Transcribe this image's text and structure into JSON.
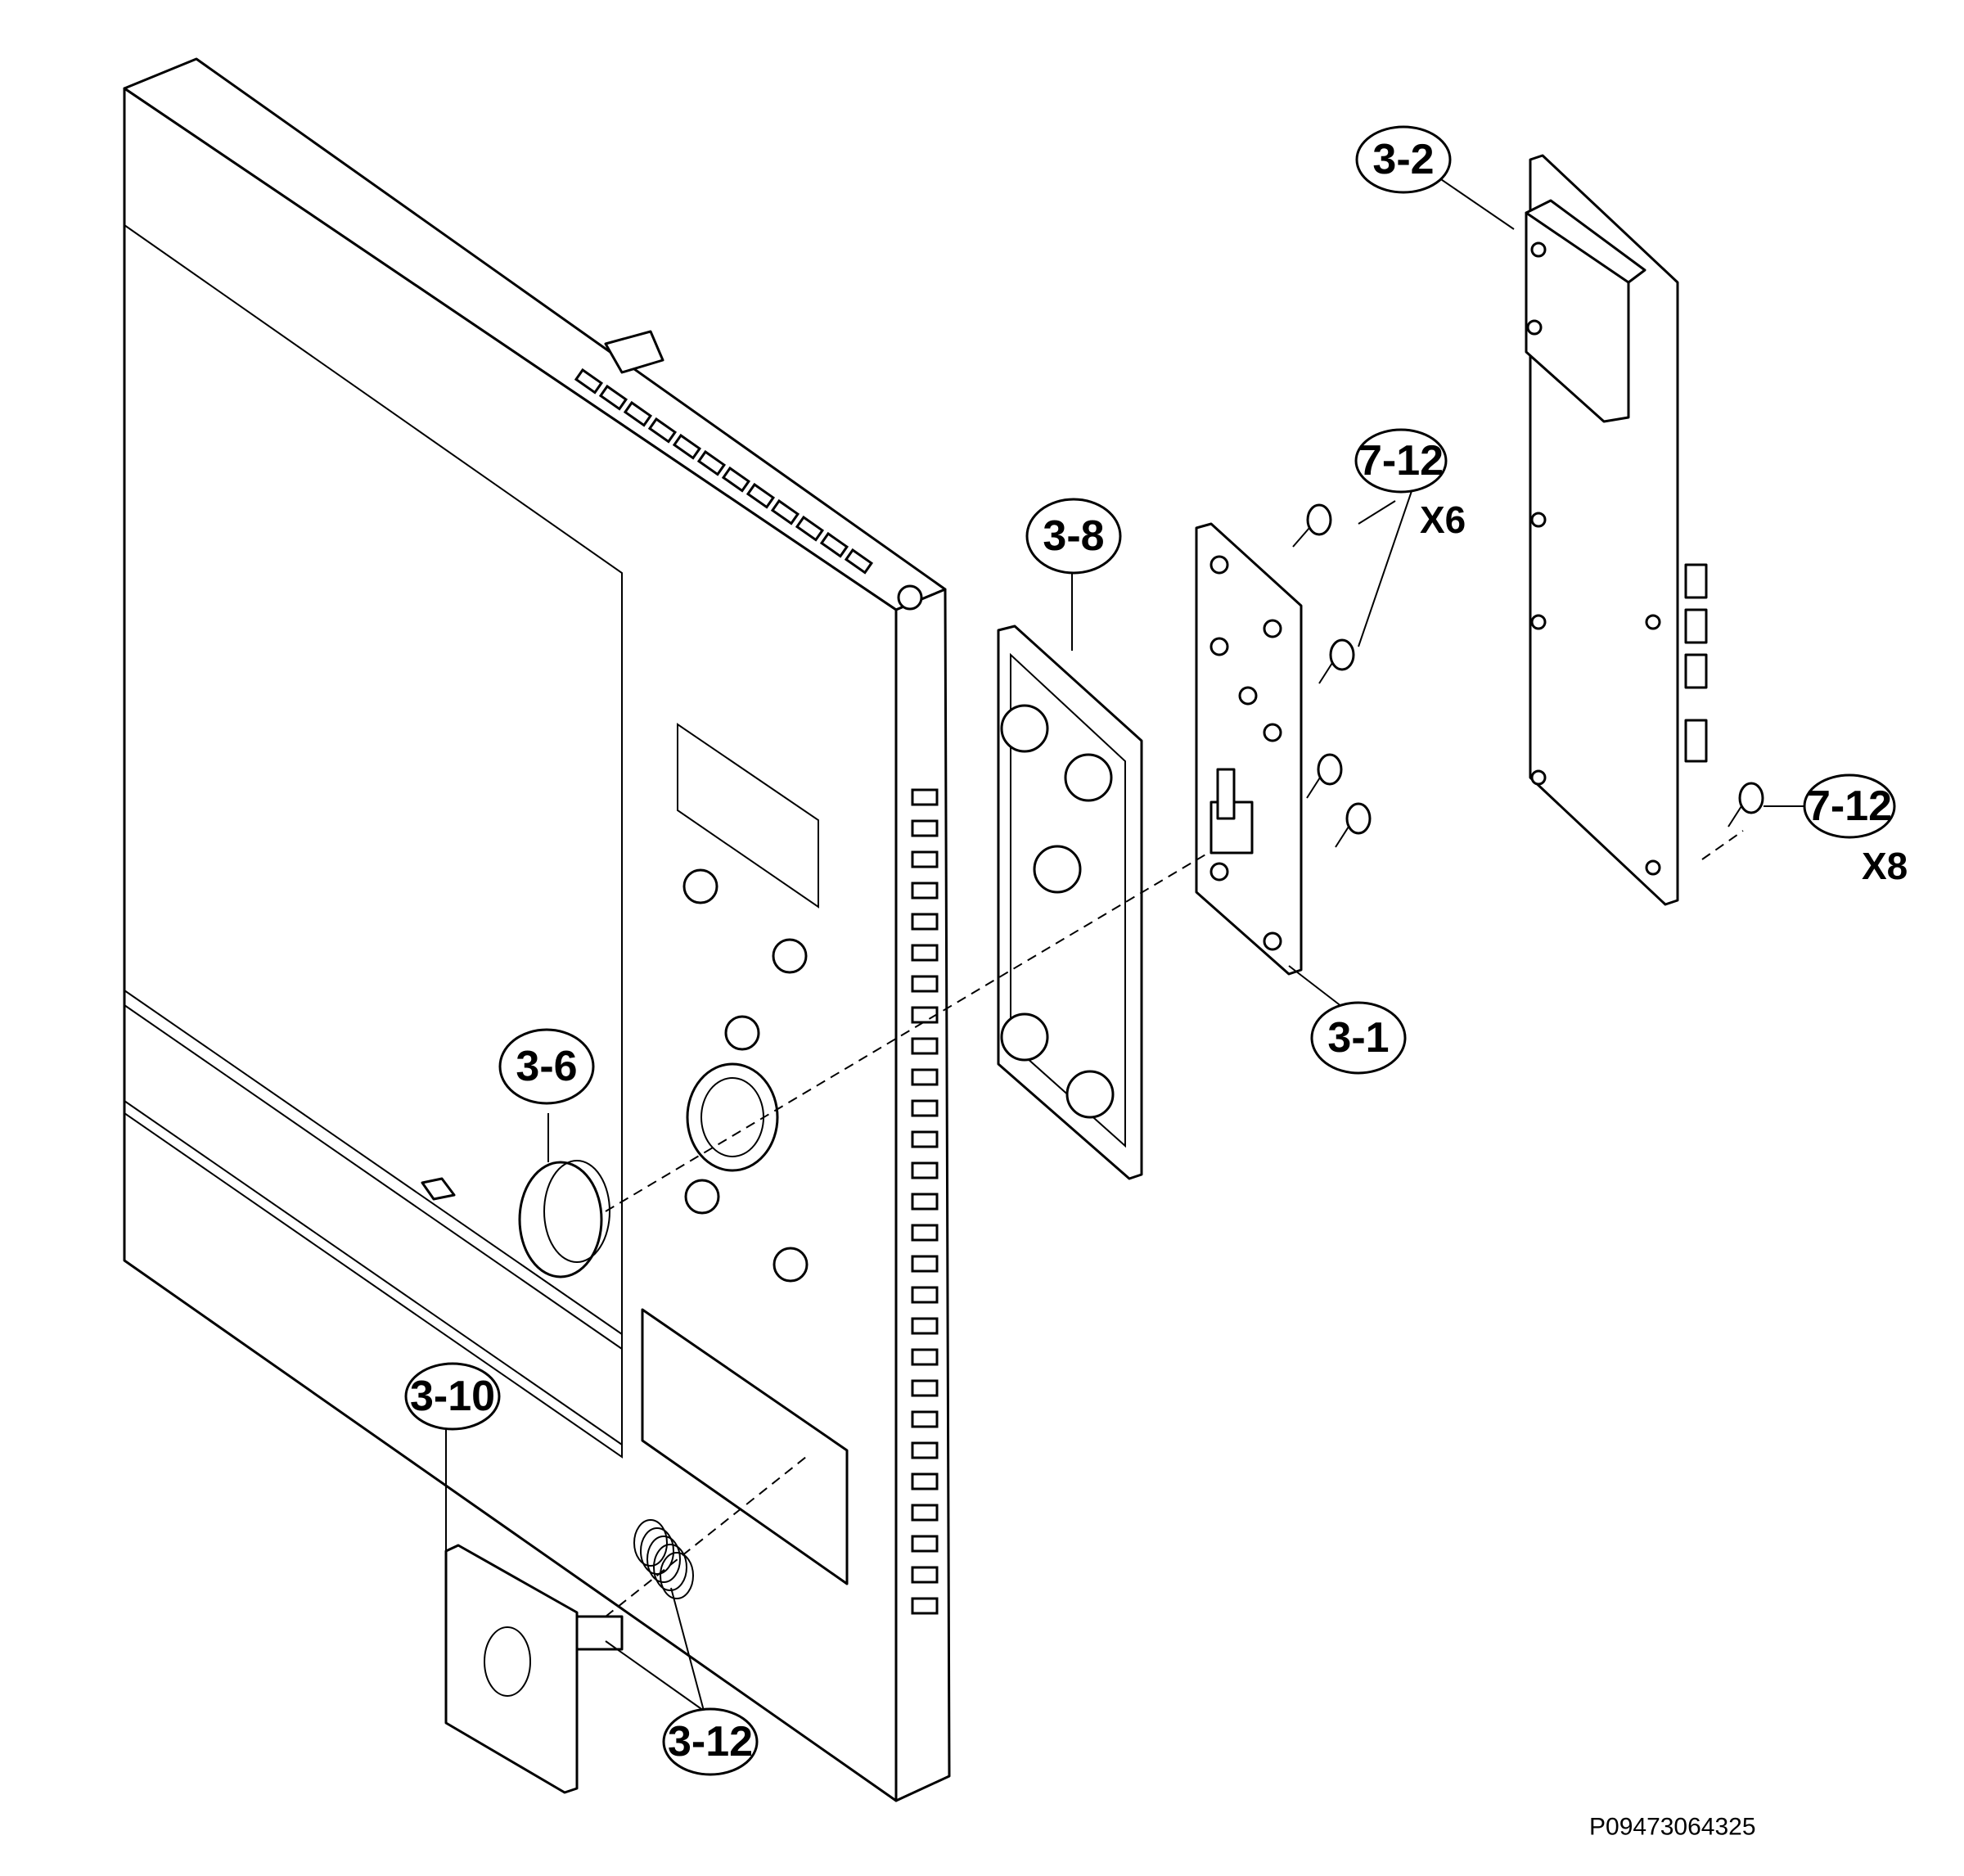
{
  "callouts": [
    {
      "label": "3-2"
    },
    {
      "label": "7-12"
    },
    {
      "label": "3-8"
    },
    {
      "label": "3-1"
    },
    {
      "label": "3-6"
    },
    {
      "label": "7-12"
    },
    {
      "label": "3-10"
    },
    {
      "label": "3-12"
    }
  ],
  "quantities": {
    "screws_board": "X6",
    "screws_panel": "X8"
  },
  "drawing_reference": "P09473064325"
}
